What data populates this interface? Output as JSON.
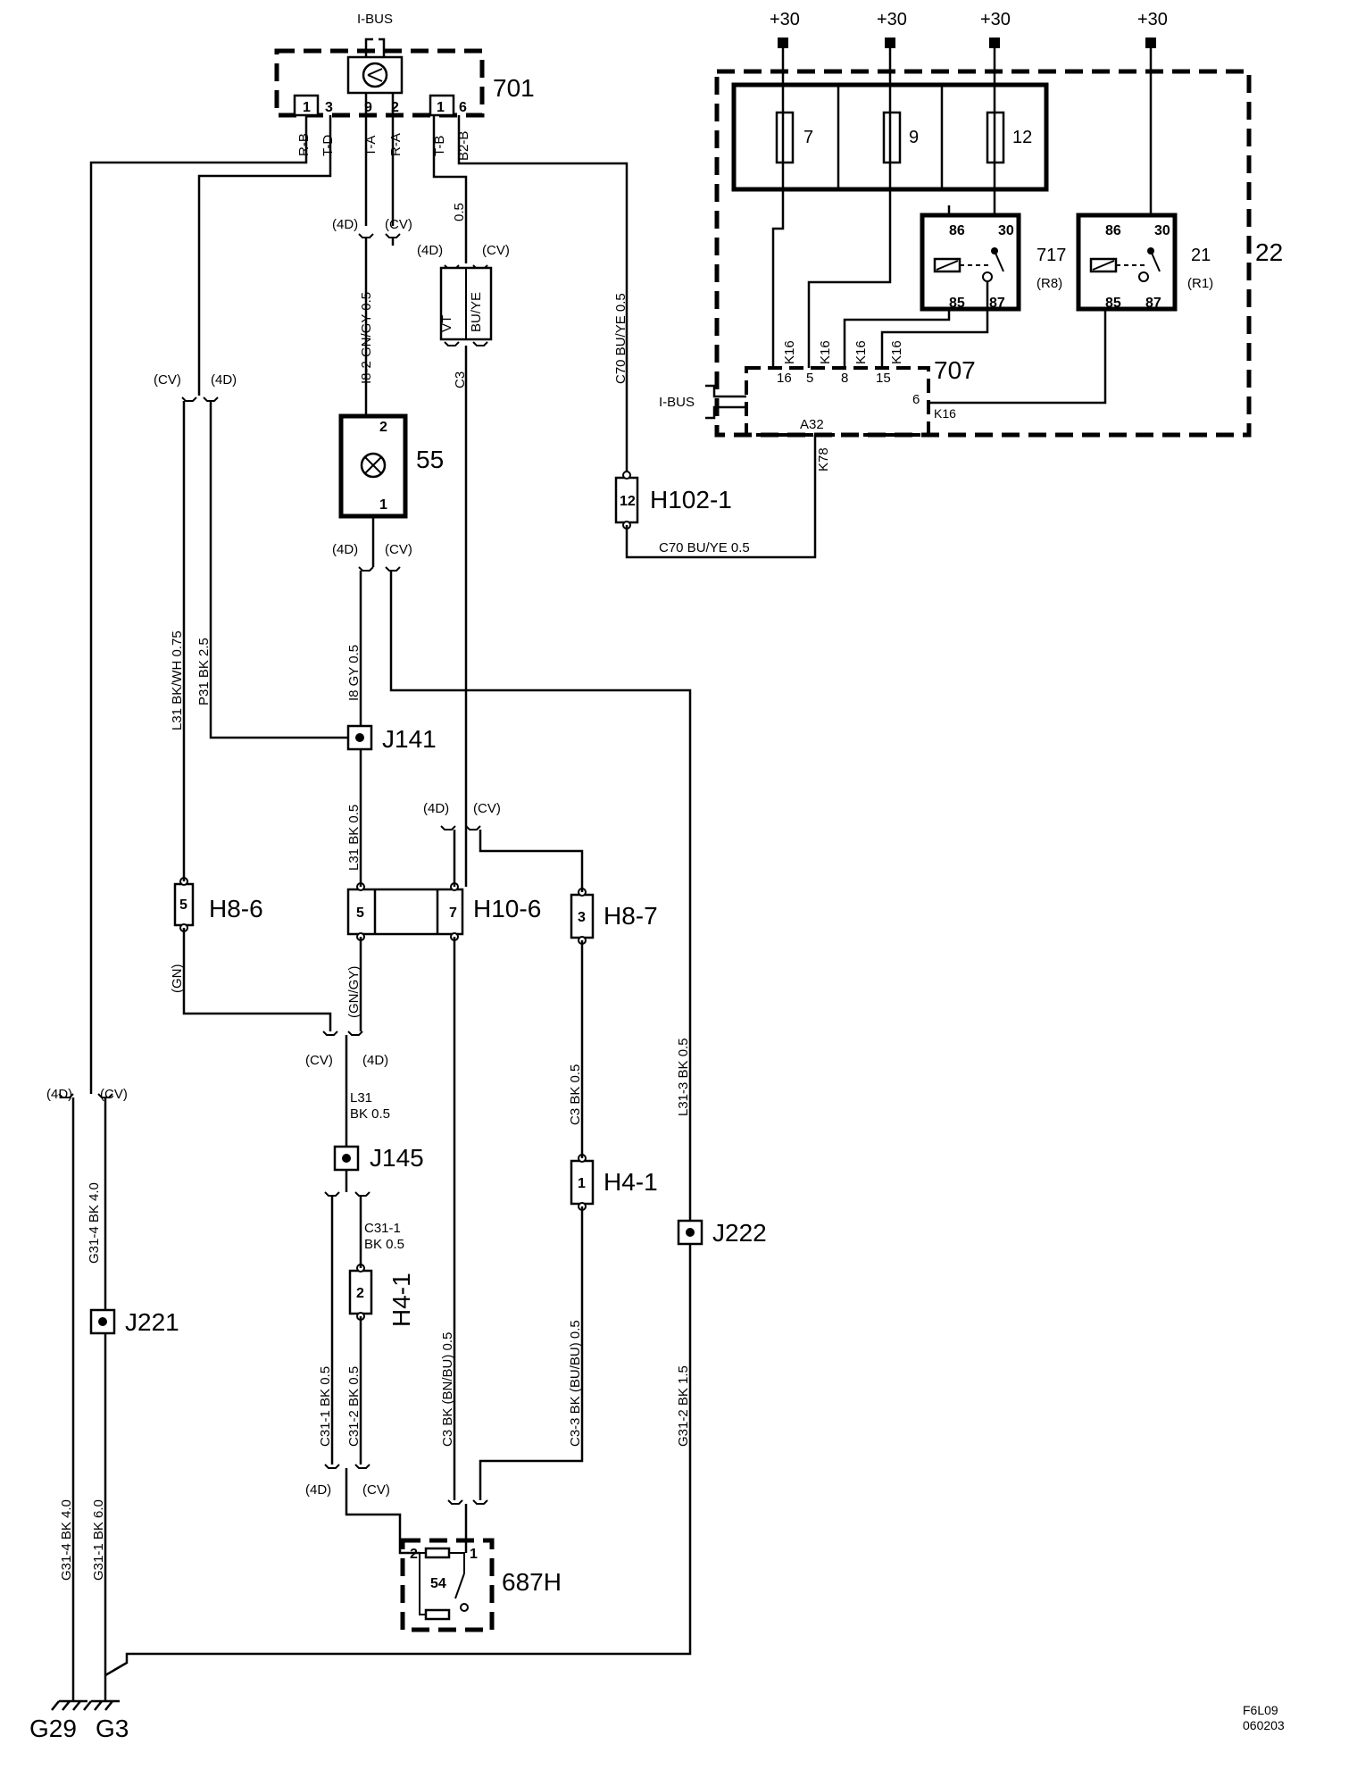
{
  "components": {
    "c701": {
      "name": "701",
      "bus": "I-BUS",
      "pins": [
        "1",
        "3",
        "9",
        "2",
        "1",
        "6"
      ],
      "wires": [
        "R-B",
        "T-D",
        "T-A",
        "R-A",
        "T-B",
        "B2-B"
      ]
    },
    "c22": {
      "name": "22",
      "supply": "+30",
      "fuses": [
        "7",
        "9",
        "12"
      ]
    },
    "c717": {
      "name": "717",
      "sub": "(R8)",
      "pins": [
        "86",
        "30",
        "85",
        "87"
      ]
    },
    "c21": {
      "name": "21",
      "sub": "(R1)",
      "pins": [
        "86",
        "30",
        "85",
        "87"
      ]
    },
    "c707": {
      "name": "707",
      "bus": "I-BUS",
      "pins": [
        "16",
        "5",
        "8",
        "15",
        "6",
        "A32"
      ],
      "wires": [
        "K16",
        "K16",
        "K16",
        "K16",
        "K16",
        "K78"
      ]
    },
    "c55": {
      "name": "55",
      "pins": [
        "2",
        "1"
      ]
    },
    "h102": {
      "name": "H102-1",
      "pin": "12"
    },
    "j141": {
      "name": "J141"
    },
    "h8_6": {
      "name": "H8-6",
      "pin": "5"
    },
    "h10_6": {
      "name": "H10-6",
      "pins": [
        "5",
        "7"
      ]
    },
    "h8_7": {
      "name": "H8-7",
      "pin": "3"
    },
    "j145": {
      "name": "J145"
    },
    "h4_1a": {
      "name": "H4-1",
      "pin": "1"
    },
    "h4_1b": {
      "name": "H4-1",
      "pin": "2"
    },
    "j222": {
      "name": "J222"
    },
    "j221": {
      "name": "J221"
    },
    "c687h": {
      "name": "687H",
      "pins": [
        "2",
        "1",
        "54"
      ]
    },
    "grounds": [
      "G29",
      "G3"
    ]
  },
  "variants": {
    "d4": "(4D)",
    "cv": "(CV)"
  },
  "wire_labels": {
    "i8_2": "I8-2  GN/GY  0.5",
    "c3_top_size": "0.5",
    "vt": "VT",
    "bu_ye": "BU/YE",
    "c3": "C3",
    "c70_v": "C70  BU/YE  0.5",
    "c70_h": "C70    BU/YE  0.5",
    "l31_bkwh": "L31  BK/WH  0.75",
    "p31": "P31  BK  2.5",
    "i8_gy": "I8  GY  0.5",
    "l31_bk": "L31   BK   0.5",
    "gn": "(GN)",
    "gn_gy": "(GN/GY)",
    "l31_a": "L31",
    "l31_b": "BK 0.5",
    "c3_bk": "C3  BK  0.5",
    "l31_3": "L31-3  BK  0.5",
    "g31_4_top": "G31-4  BK  4.0",
    "c31_1_a": "C31-1",
    "c31_1_b": "BK 0.5",
    "c31_1_v": "C31-1  BK  0.5",
    "c31_2_v": "C31-2  BK  0.5",
    "c3_bnbu": "C3  BK  (BN/BU)    0.5",
    "c3_3": "C3-3  BK  (BU/BU)   0.5",
    "g31_2": "G31-2  BK  1.5",
    "g31_4_low": "G31-4  BK  4.0",
    "g31_1": "G31-1  BK  6.0"
  },
  "footer": {
    "code": "F6L09",
    "date": "060203"
  }
}
